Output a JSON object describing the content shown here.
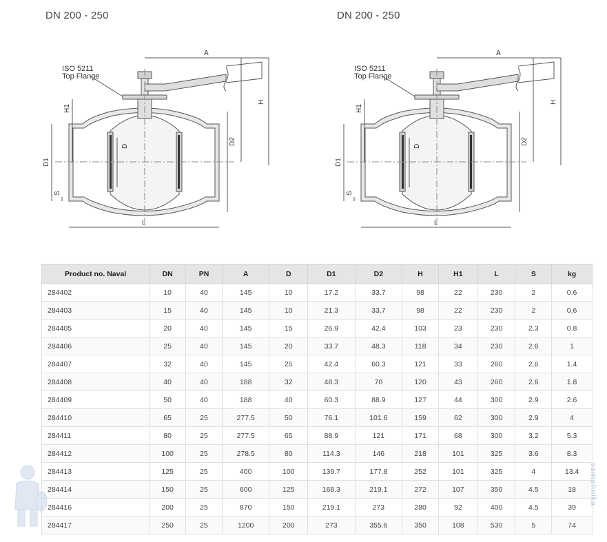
{
  "diagrams": [
    {
      "title": "DN 200 - 250",
      "flange_label_line1": "ISO 5211",
      "flange_label_line2": "Top Flange",
      "dims": {
        "A": "A",
        "H": "H",
        "H1": "H1",
        "D": "D",
        "D1": "D1",
        "D2": "D2",
        "S": "S",
        "L": "L"
      }
    },
    {
      "title": "DN 200 - 250",
      "flange_label_line1": "ISO 5211",
      "flange_label_line2": "Top Flange",
      "dims": {
        "A": "A",
        "H": "H",
        "H1": "H1",
        "D": "D",
        "D1": "D1",
        "D2": "D2",
        "S": "S",
        "L": "L"
      }
    }
  ],
  "table": {
    "headers": [
      "Product no. Naval",
      "DN",
      "PN",
      "A",
      "D",
      "D1",
      "D2",
      "H",
      "H1",
      "L",
      "S",
      "kg"
    ],
    "rows": [
      [
        "284402",
        "10",
        "40",
        "145",
        "10",
        "17.2",
        "33.7",
        "98",
        "22",
        "230",
        "2",
        "0.6"
      ],
      [
        "284403",
        "15",
        "40",
        "145",
        "10",
        "21.3",
        "33.7",
        "98",
        "22",
        "230",
        "2",
        "0.6"
      ],
      [
        "284405",
        "20",
        "40",
        "145",
        "15",
        "26.9",
        "42.4",
        "103",
        "23",
        "230",
        "2.3",
        "0.8"
      ],
      [
        "284406",
        "25",
        "40",
        "145",
        "20",
        "33.7",
        "48.3",
        "118",
        "34",
        "230",
        "2.6",
        "1"
      ],
      [
        "284407",
        "32",
        "40",
        "145",
        "25",
        "42.4",
        "60.3",
        "121",
        "33",
        "260",
        "2.6",
        "1.4"
      ],
      [
        "284408",
        "40",
        "40",
        "188",
        "32",
        "48.3",
        "70",
        "120",
        "43",
        "260",
        "2.6",
        "1.8"
      ],
      [
        "284409",
        "50",
        "40",
        "188",
        "40",
        "60.3",
        "88.9",
        "127",
        "44",
        "300",
        "2.9",
        "2.6"
      ],
      [
        "284410",
        "65",
        "25",
        "277.5",
        "50",
        "76.1",
        "101.6",
        "159",
        "62",
        "300",
        "2.9",
        "4"
      ],
      [
        "284411",
        "80",
        "25",
        "277.5",
        "65",
        "88.9",
        "121",
        "171",
        "68",
        "300",
        "3.2",
        "5.3"
      ],
      [
        "284412",
        "100",
        "25",
        "278.5",
        "80",
        "114.3",
        "146",
        "218",
        "101",
        "325",
        "3.6",
        "8.3"
      ],
      [
        "284413",
        "125",
        "25",
        "400",
        "100",
        "139.7",
        "177.8",
        "252",
        "101",
        "325",
        "4",
        "13.4"
      ],
      [
        "284414",
        "150",
        "25",
        "600",
        "125",
        "168.3",
        "219.1",
        "272",
        "107",
        "350",
        "4.5",
        "18"
      ],
      [
        "284416",
        "200",
        "25",
        "870",
        "150",
        "219.1",
        "273",
        "280",
        "92",
        "400",
        "4.5",
        "39"
      ],
      [
        "284417",
        "250",
        "25",
        "1200",
        "200",
        "273",
        "355.6",
        "350",
        "108",
        "530",
        "5",
        "74"
      ]
    ]
  },
  "watermark": {
    "text": "santehnika",
    "figure_icon": "plumber-mascot-icon"
  }
}
